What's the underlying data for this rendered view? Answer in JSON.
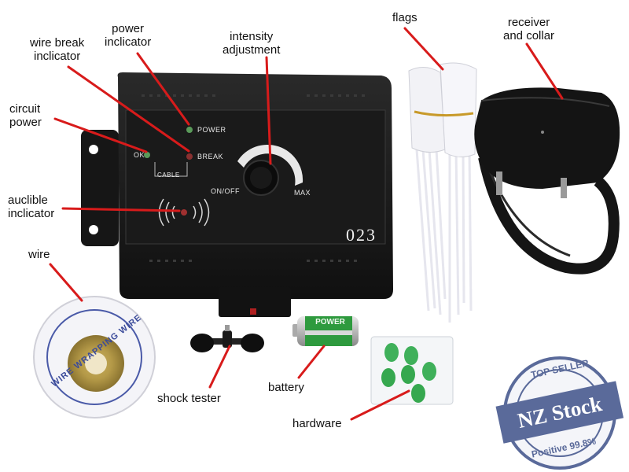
{
  "labels": {
    "power_indicator": "power\ninclicator",
    "wire_break_indicator": "wire break\ninclicator",
    "intensity_adjustment": "intensity\nadjustment",
    "flags": "flags",
    "receiver_and_collar": "receiver\nand collar",
    "circuit_power": "circuit\npower",
    "audible_indicator": "auclible\ninclicator",
    "wire": "wire",
    "shock_tester": "shock tester",
    "battery": "battery",
    "hardware": "hardware"
  },
  "panel": {
    "power": "POWER",
    "break": "BREAK",
    "ok": "OK",
    "cable": "CABLE",
    "on_off": "ON/OFF",
    "max": "MAX",
    "model": "023"
  },
  "spool_text": "WIRE WRAPPING WIRE",
  "battery_text": "POWER",
  "stamp": {
    "top": "TOP SELLER",
    "main": "NZ Stock",
    "bottom": "Positive 99.8%"
  },
  "colors": {
    "leader_line": "#d81b1b",
    "device": "#1c1c1c",
    "stamp": "#5a6a9a",
    "battery_green": "#2e9a3e"
  }
}
